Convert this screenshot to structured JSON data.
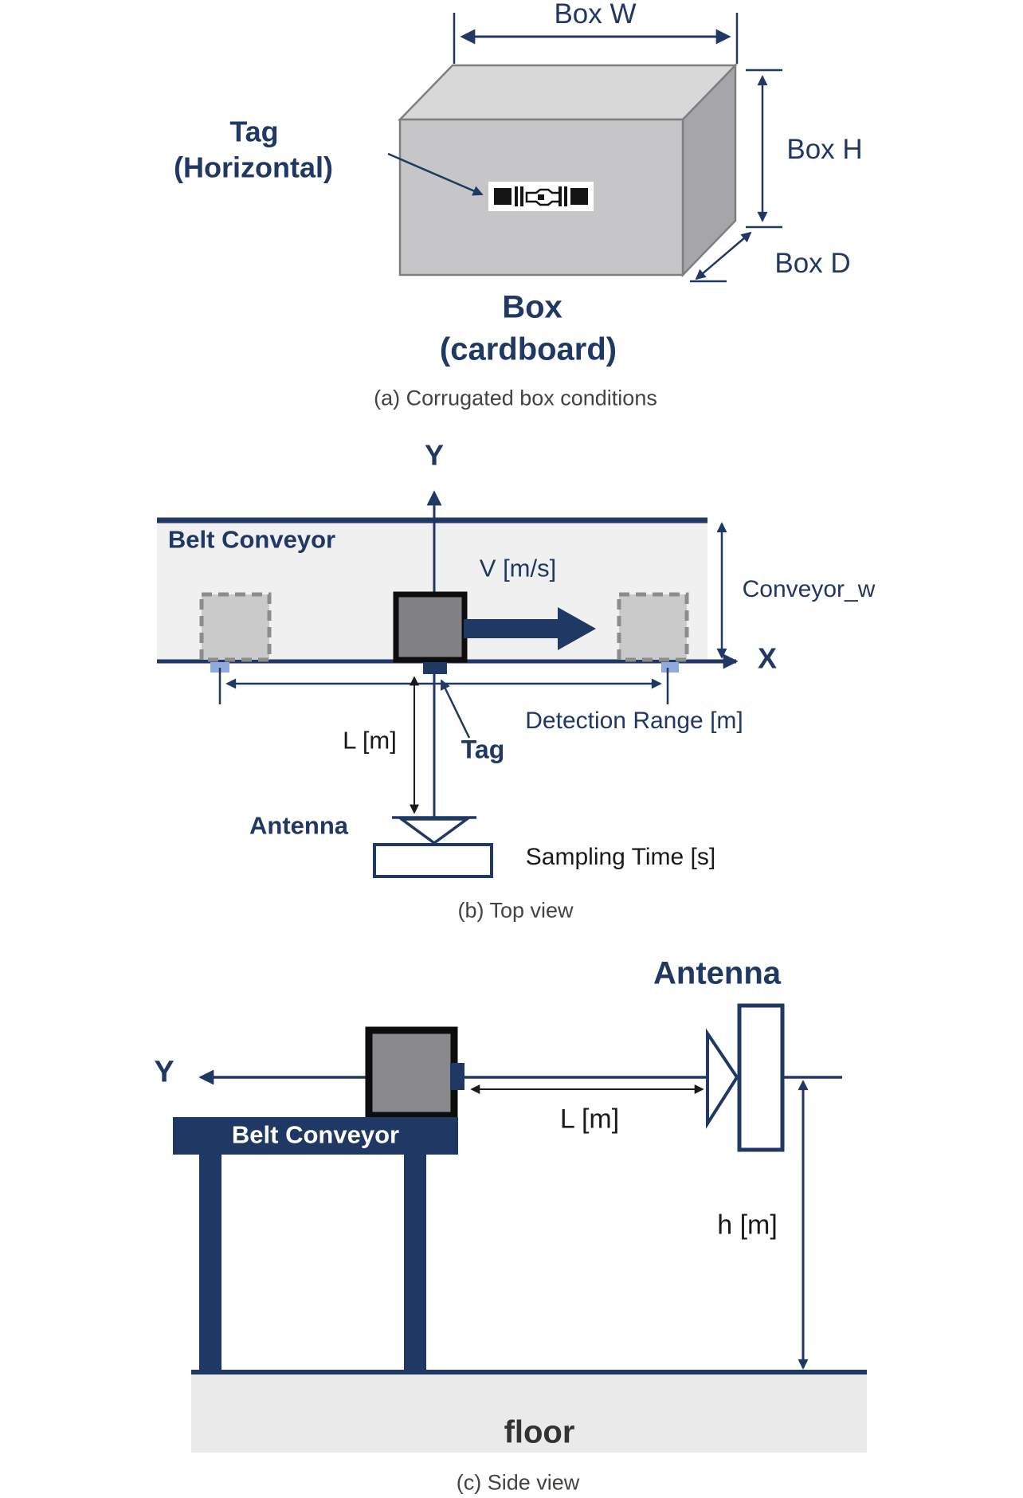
{
  "figure": {
    "section_a": {
      "caption": "(a) Corrugated box conditions",
      "box_w_label": "Box W",
      "box_h_label": "Box H",
      "box_d_label": "Box D",
      "tag_callout_line1": "Tag",
      "tag_callout_line2": "(Horizontal)",
      "box_title_line1": "Box",
      "box_title_line2": "(cardboard)"
    },
    "section_b": {
      "caption": "(b) Top view",
      "y_axis_label": "Y",
      "x_axis_label": "X",
      "belt_label": "Belt Conveyor",
      "velocity_label": "V [m/s]",
      "conveyor_width_label": "Conveyor_w",
      "detection_range_label": "Detection Range [m]",
      "distance_label": "L [m]",
      "tag_label": "Tag",
      "antenna_label": "Antenna",
      "sampling_time_label": "Sampling Time [s]"
    },
    "section_c": {
      "caption": "(c) Side view",
      "antenna_label": "Antenna",
      "y_axis_label": "Y",
      "belt_label": "Belt Conveyor",
      "distance_label": "L [m]",
      "height_label": "h [m]",
      "floor_label": "floor"
    },
    "colors": {
      "navy": "#1f3864",
      "light_blue": "#8faadc",
      "box_front_gray": "#c6c6c8",
      "box_top_gray": "#d8d8d8",
      "box_side_gray": "#a6a6aa",
      "belt_gray": "#f0f0f1",
      "floor_gray": "#eaeaea",
      "dashed_box_gray": "#cacaca",
      "solid_box_gray": "#828286"
    }
  }
}
